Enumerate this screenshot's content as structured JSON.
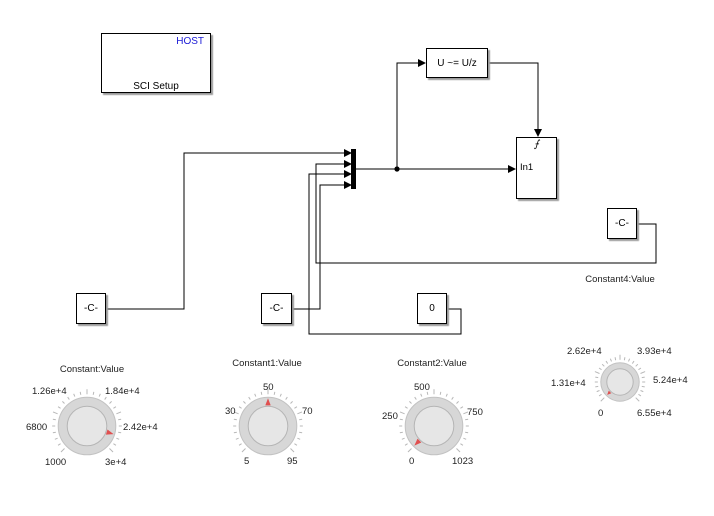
{
  "blocks": {
    "sci_setup": {
      "title": "SCI Setup",
      "tag": "HOST"
    },
    "delay": {
      "label": "U ~= U/z"
    },
    "subsystem": {
      "port": "In1",
      "trigger_symbol": "⨍"
    },
    "constant_a": {
      "label": "-C-"
    },
    "constant_b": {
      "label": "-C-"
    },
    "constant_c": {
      "label": "-C-"
    },
    "constant_d": {
      "label": "0"
    }
  },
  "knobs": [
    {
      "title": "Constant:Value",
      "ticks": [
        "1.26e+4",
        "1.84e+4",
        "6800",
        "2.42e+4",
        "1000",
        "3e+4"
      ],
      "value": 27000,
      "min": 1000,
      "max": 30000
    },
    {
      "title": "Constant1:Value",
      "ticks": [
        "50",
        "30",
        "70",
        "5",
        "95"
      ],
      "value": 50,
      "min": 5,
      "max": 95
    },
    {
      "title": "Constant2:Value",
      "ticks": [
        "500",
        "250",
        "750",
        "0",
        "1023"
      ],
      "value": 0,
      "min": 0,
      "max": 1023
    },
    {
      "title": "Constant4:Value",
      "ticks": [
        "2.62e+4",
        "3.93e+4",
        "1.31e+4",
        "5.24e+4",
        "0",
        "6.55e+4"
      ],
      "value": 0,
      "min": 0,
      "max": 65500
    }
  ],
  "colors": {
    "tag": "#1a1ad6",
    "knob_pointer": "#e05050",
    "knob_face": "#e6e6e6"
  }
}
